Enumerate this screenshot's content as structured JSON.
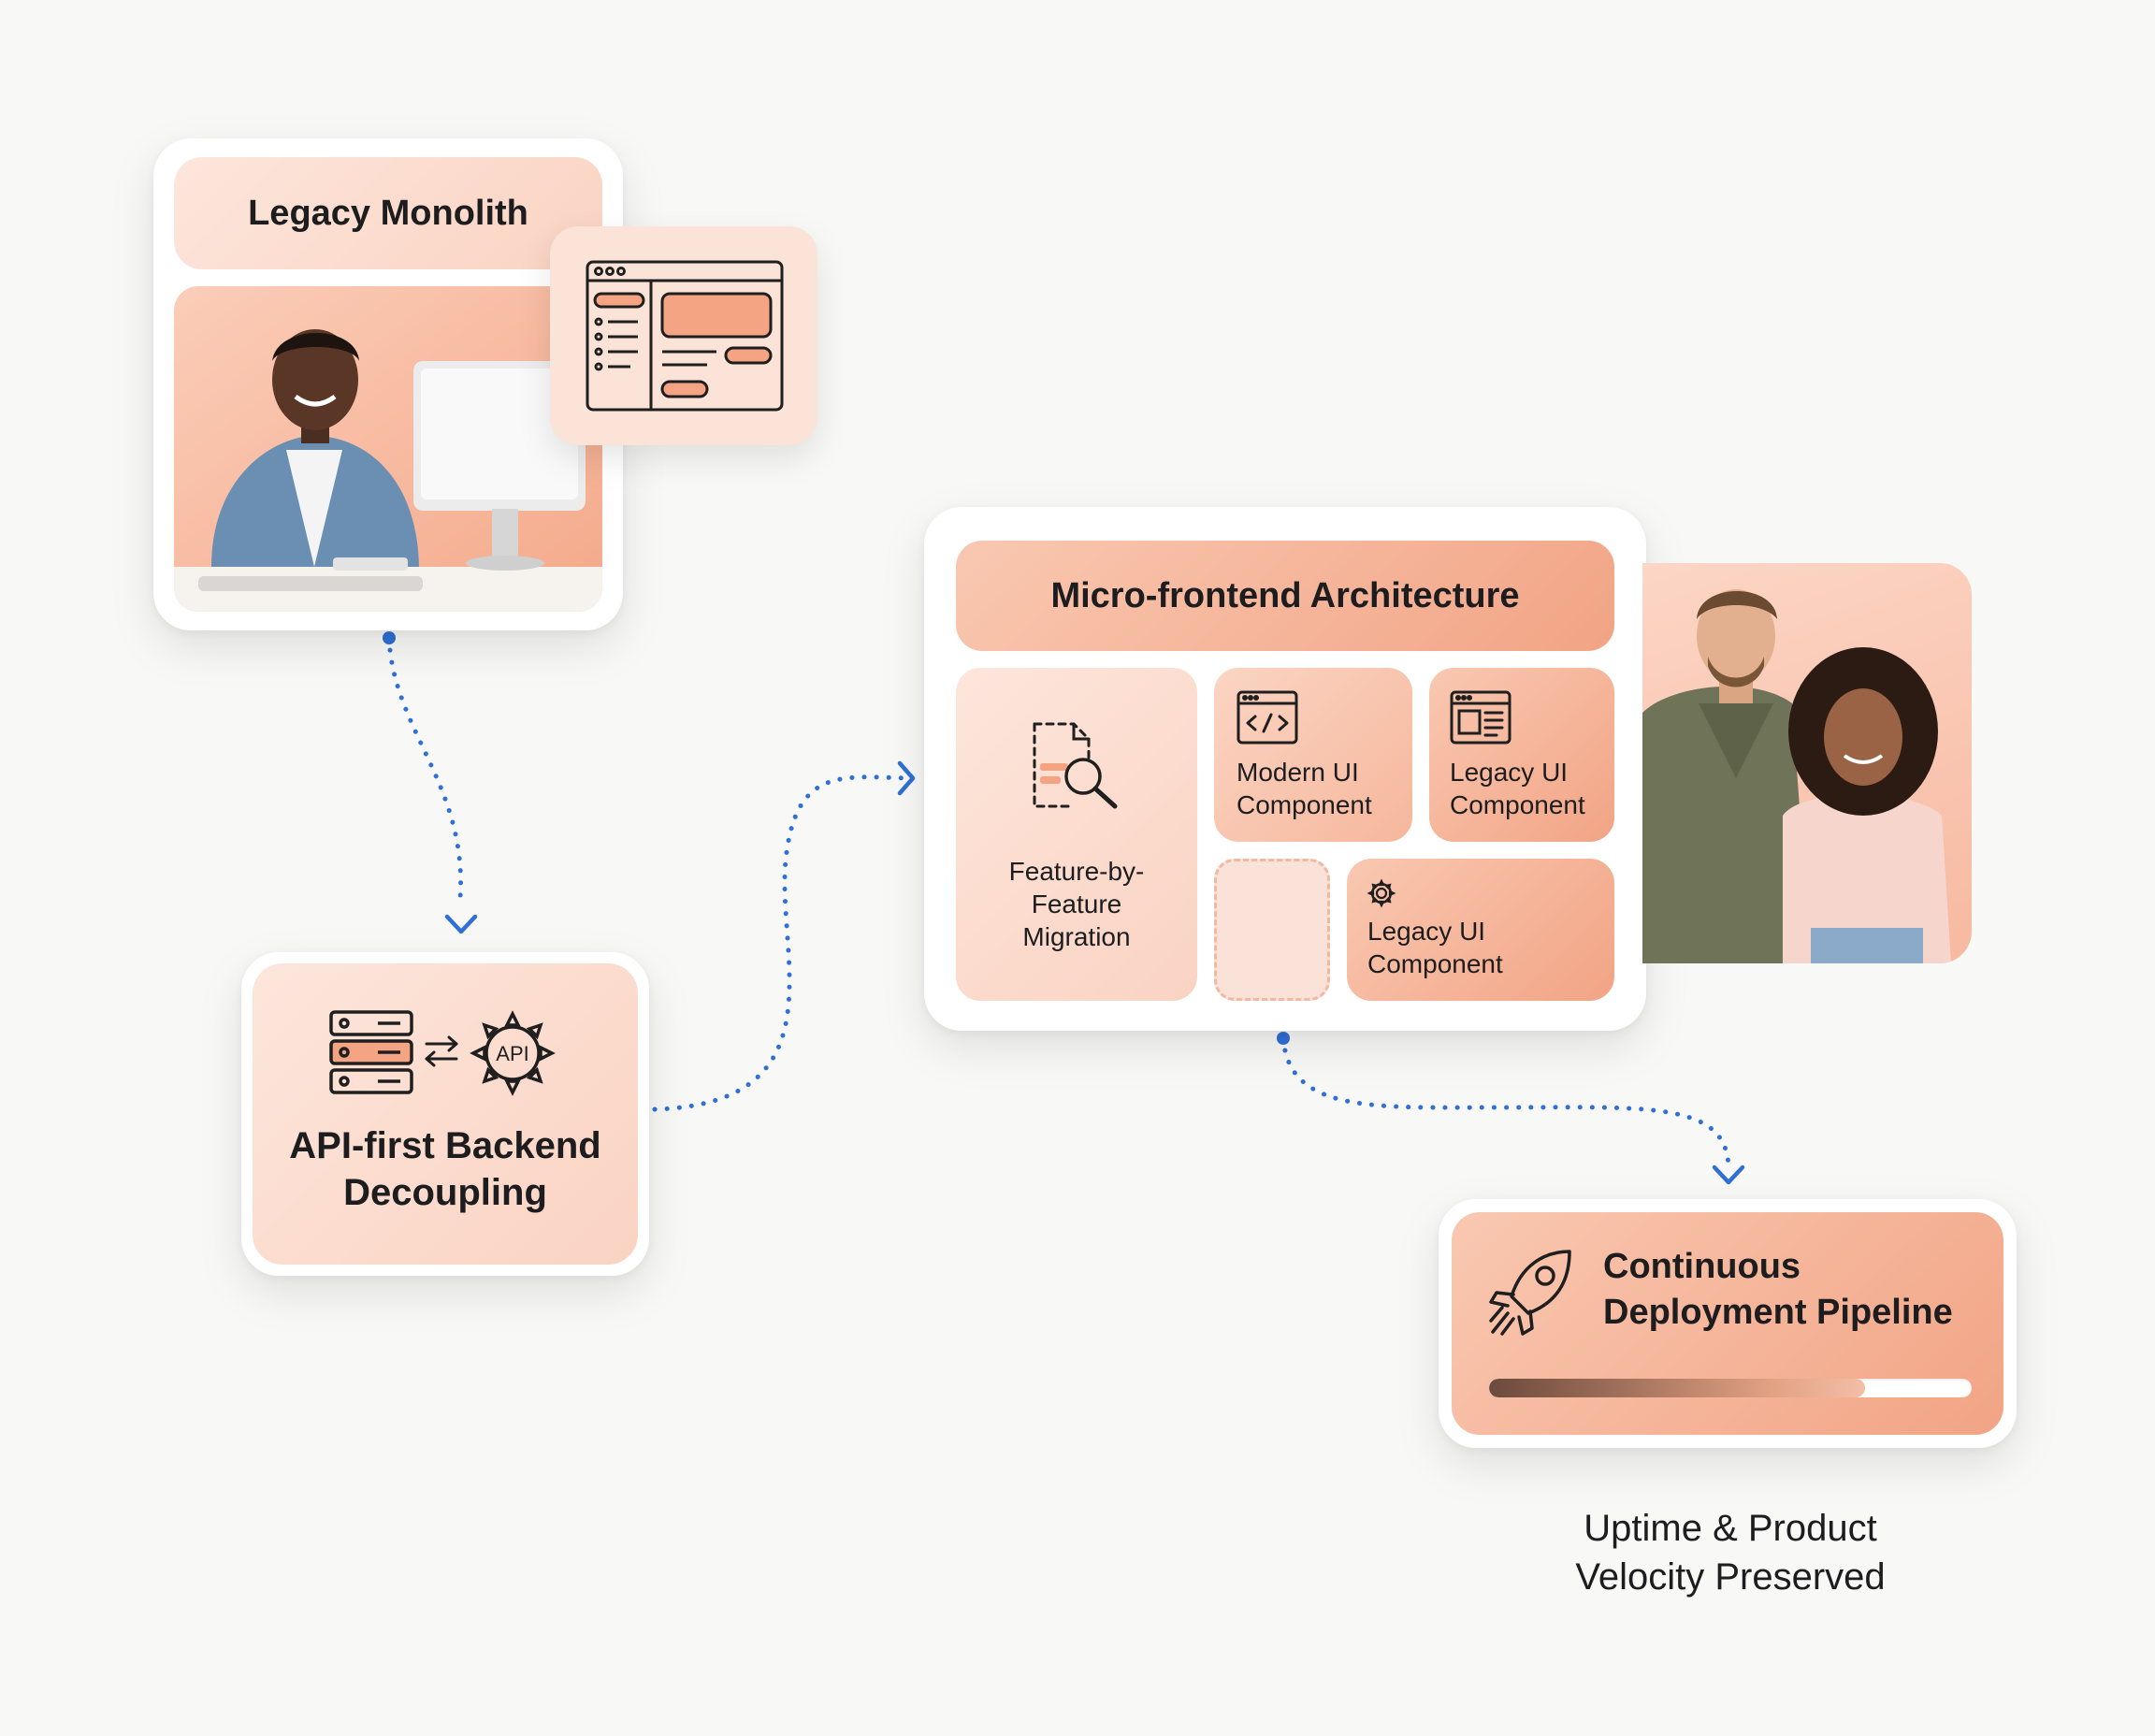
{
  "nodes": {
    "legacy_monolith": {
      "title": "Legacy Monolith"
    },
    "api_backend": {
      "title": "API-first Backend\nDecoupling",
      "badge": "API"
    },
    "micro_frontend": {
      "title": "Micro-frontend Architecture",
      "migration": "Feature-by-\nFeature\nMigration",
      "modern_component": "Modern UI\nComponent",
      "legacy_component_1": "Legacy UI\nComponent",
      "legacy_component_2": "Legacy UI\nComponent"
    },
    "deployment": {
      "title": "Continuous\nDeployment Pipeline",
      "progress": 0.78
    },
    "outcome": {
      "text": "Uptime & Product\nVelocity Preserved"
    }
  },
  "icons": [
    "browser-layout-icon",
    "server-stack-icon",
    "swap-arrows-icon",
    "api-gear-icon",
    "document-search-icon",
    "code-window-icon",
    "layout-window-icon",
    "gear-icon",
    "rocket-icon"
  ],
  "colors": {
    "connector": "#2f6fd6",
    "accent": "#f2a485",
    "soft_accent": "#fde6dc"
  }
}
